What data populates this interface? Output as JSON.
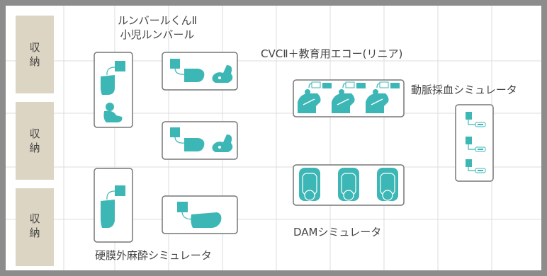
{
  "storage": {
    "label_line1": "収",
    "label_line2": "納"
  },
  "labels": {
    "runbal_line1": "ルンバールくんⅡ",
    "runbal_line2": "小児ルンバール",
    "cvc": "CVCⅡ＋教育用エコー(リニア)",
    "artery": "動脈採血シミュレータ",
    "dam": "DAMシミュレータ",
    "epidural": "硬膜外麻酔シミュレータ"
  },
  "colors": {
    "frame": "#8c8c8c",
    "grid": "#dddddd",
    "storage": "#ddd5c3",
    "teal": "#3db7b5",
    "outline": "#777777"
  }
}
